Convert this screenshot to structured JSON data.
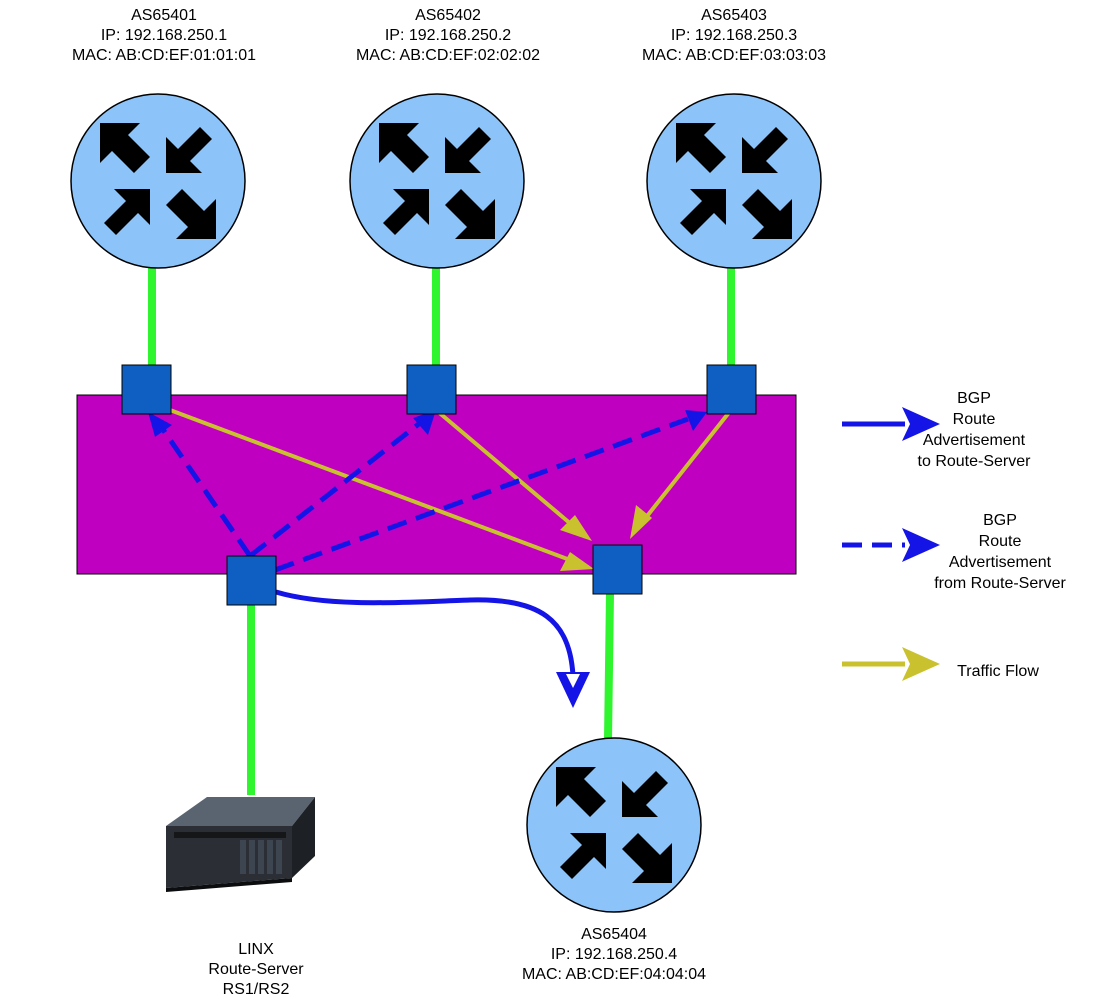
{
  "routers": [
    {
      "as": "AS65401",
      "ip": "IP: 192.168.250.1",
      "mac": "MAC: AB:CD:EF:01:01:01"
    },
    {
      "as": "AS65402",
      "ip": "IP: 192.168.250.2",
      "mac": "MAC: AB:CD:EF:02:02:02"
    },
    {
      "as": "AS65403",
      "ip": "IP: 192.168.250.3",
      "mac": "MAC: AB:CD:EF:03:03:03"
    },
    {
      "as": "AS65404",
      "ip": "IP: 192.168.250.4",
      "mac": "MAC: AB:CD:EF:04:04:04"
    }
  ],
  "route_server": {
    "line1": "LINX",
    "line2": "Route-Server",
    "line3": "RS1/RS2"
  },
  "legend": {
    "solid_blue": [
      "BGP",
      "Route",
      "Advertisement",
      "to Route-Server"
    ],
    "dashed_blue": [
      "BGP",
      "Route",
      "Advertisement",
      "from Route-Server"
    ],
    "traffic": "Traffic Flow"
  },
  "colors": {
    "router_fill": "#8cc4f9",
    "switch_fabric": "#c000c0",
    "port": "#0e5fc1",
    "link": "#2ef52e",
    "bgp_arrow": "#1414e6",
    "traffic_arrow": "#c9c22e"
  },
  "icons": [
    "router-icon",
    "server-icon",
    "switch-port-icon"
  ]
}
